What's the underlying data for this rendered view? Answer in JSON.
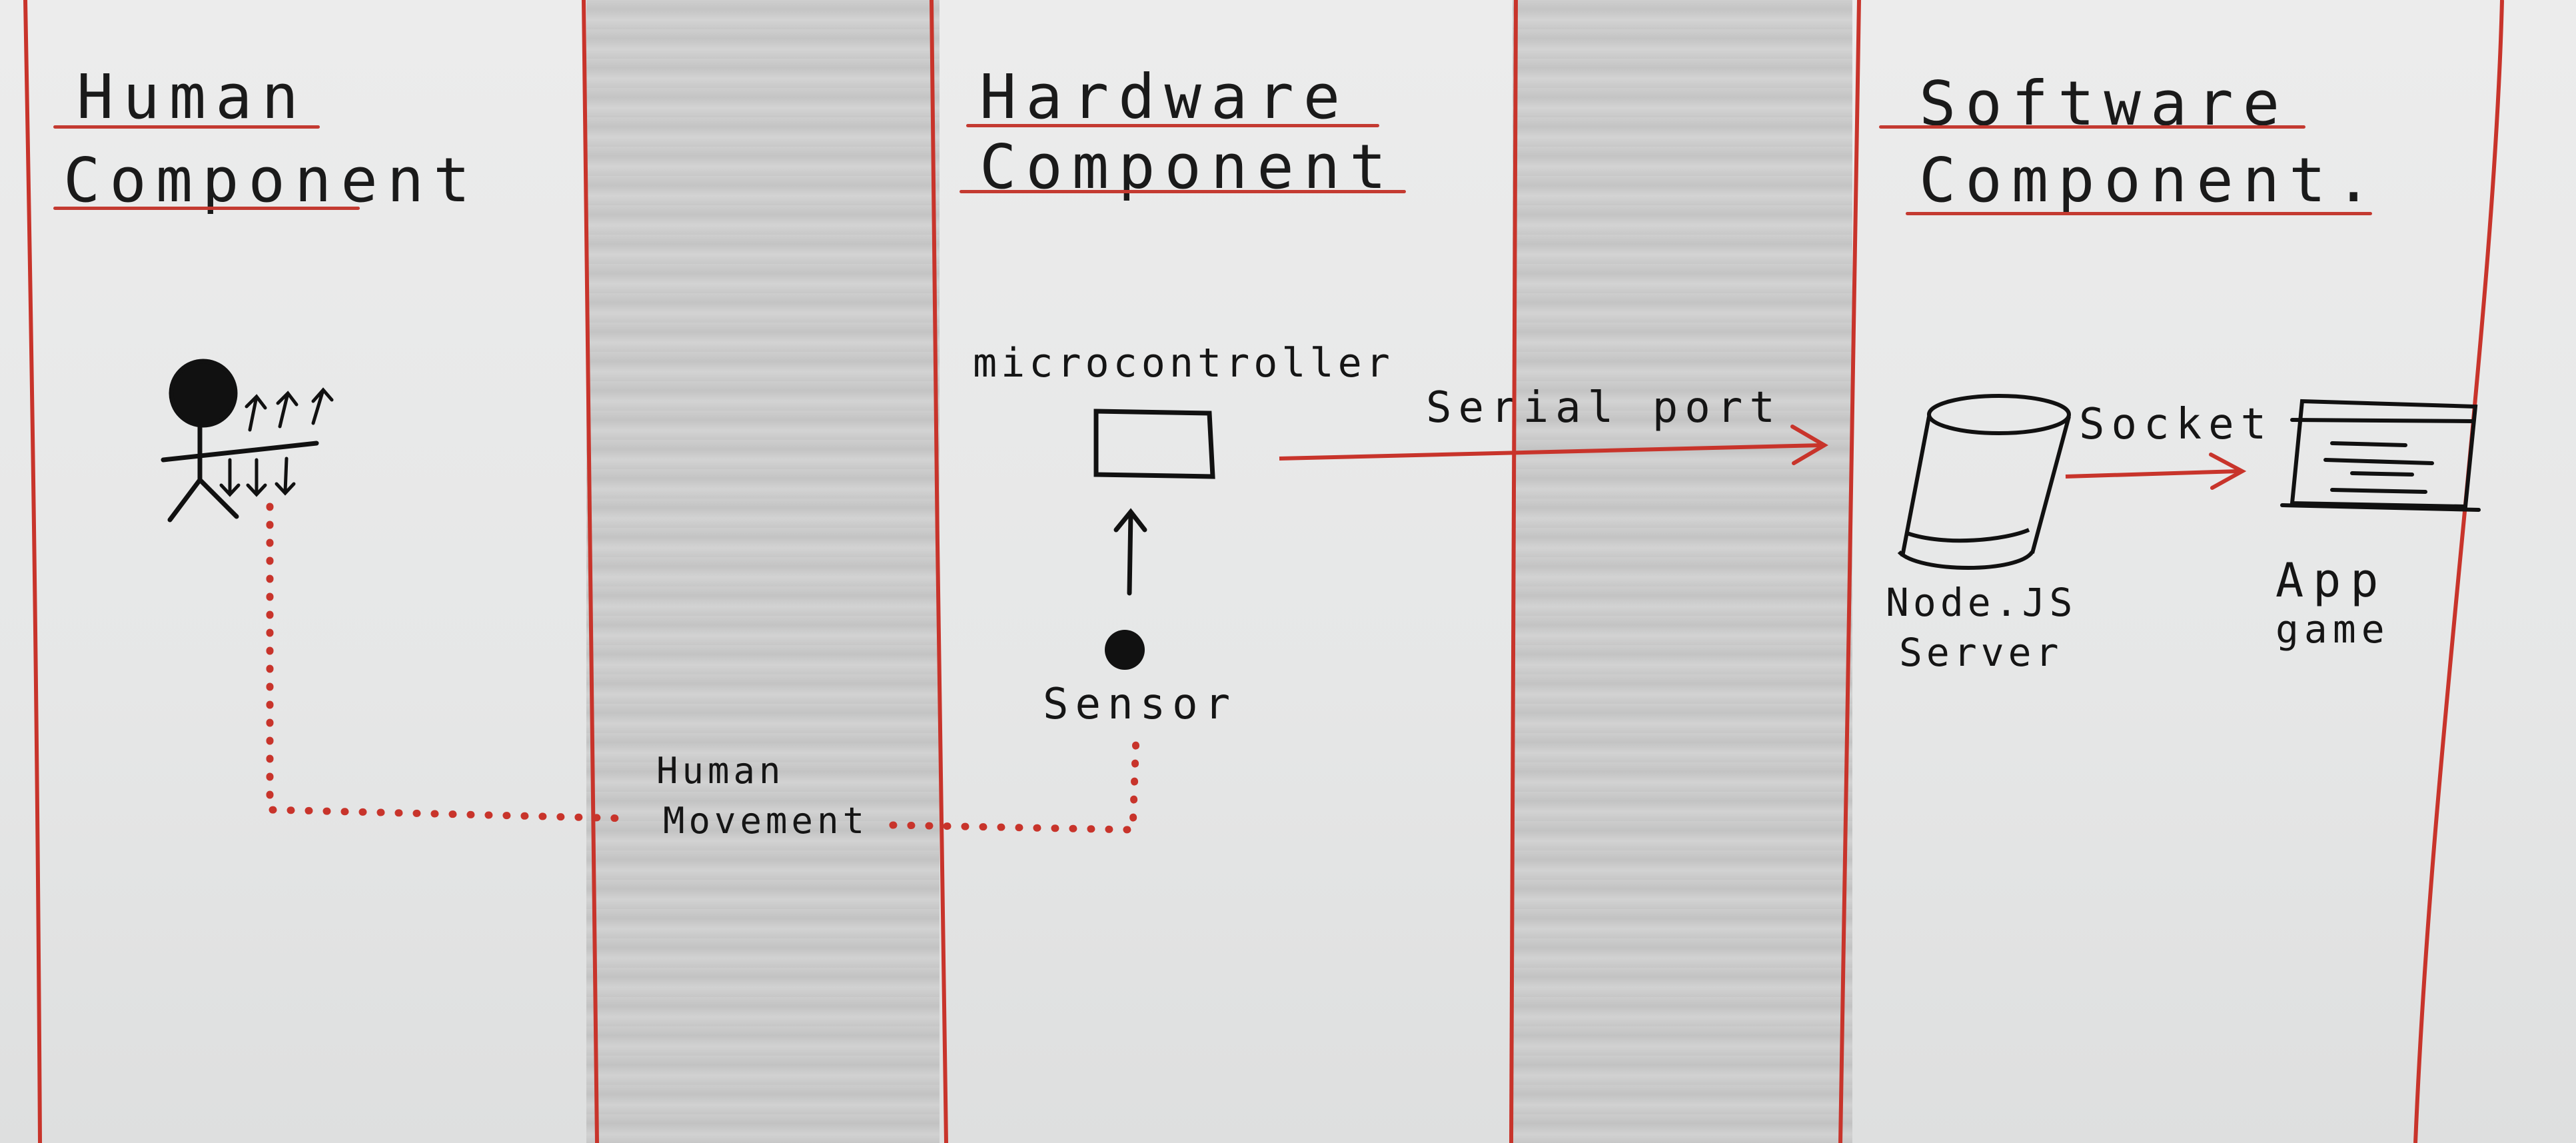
{
  "columns": [
    {
      "heading_line1": "Human",
      "heading_line2": "Component"
    },
    {
      "heading_line1": "Hardware",
      "heading_line2": "Component"
    },
    {
      "heading_line1": "Software",
      "heading_line2": "Component."
    }
  ],
  "nodes": {
    "microcontroller": "microcontroller",
    "sensor": "Sensor",
    "server_line1": "Node.JS",
    "server_line2": "Server",
    "app_line1": "App",
    "app_line2": "game"
  },
  "edges": {
    "serial": "Serial port",
    "socket": "Socket",
    "movement_line1": "Human",
    "movement_line2": "Movement"
  },
  "colors": {
    "ink": "#151515",
    "red_pen": "#c8342b",
    "paper": "#e9eaea",
    "shaded_band": "#c2c2c2"
  }
}
